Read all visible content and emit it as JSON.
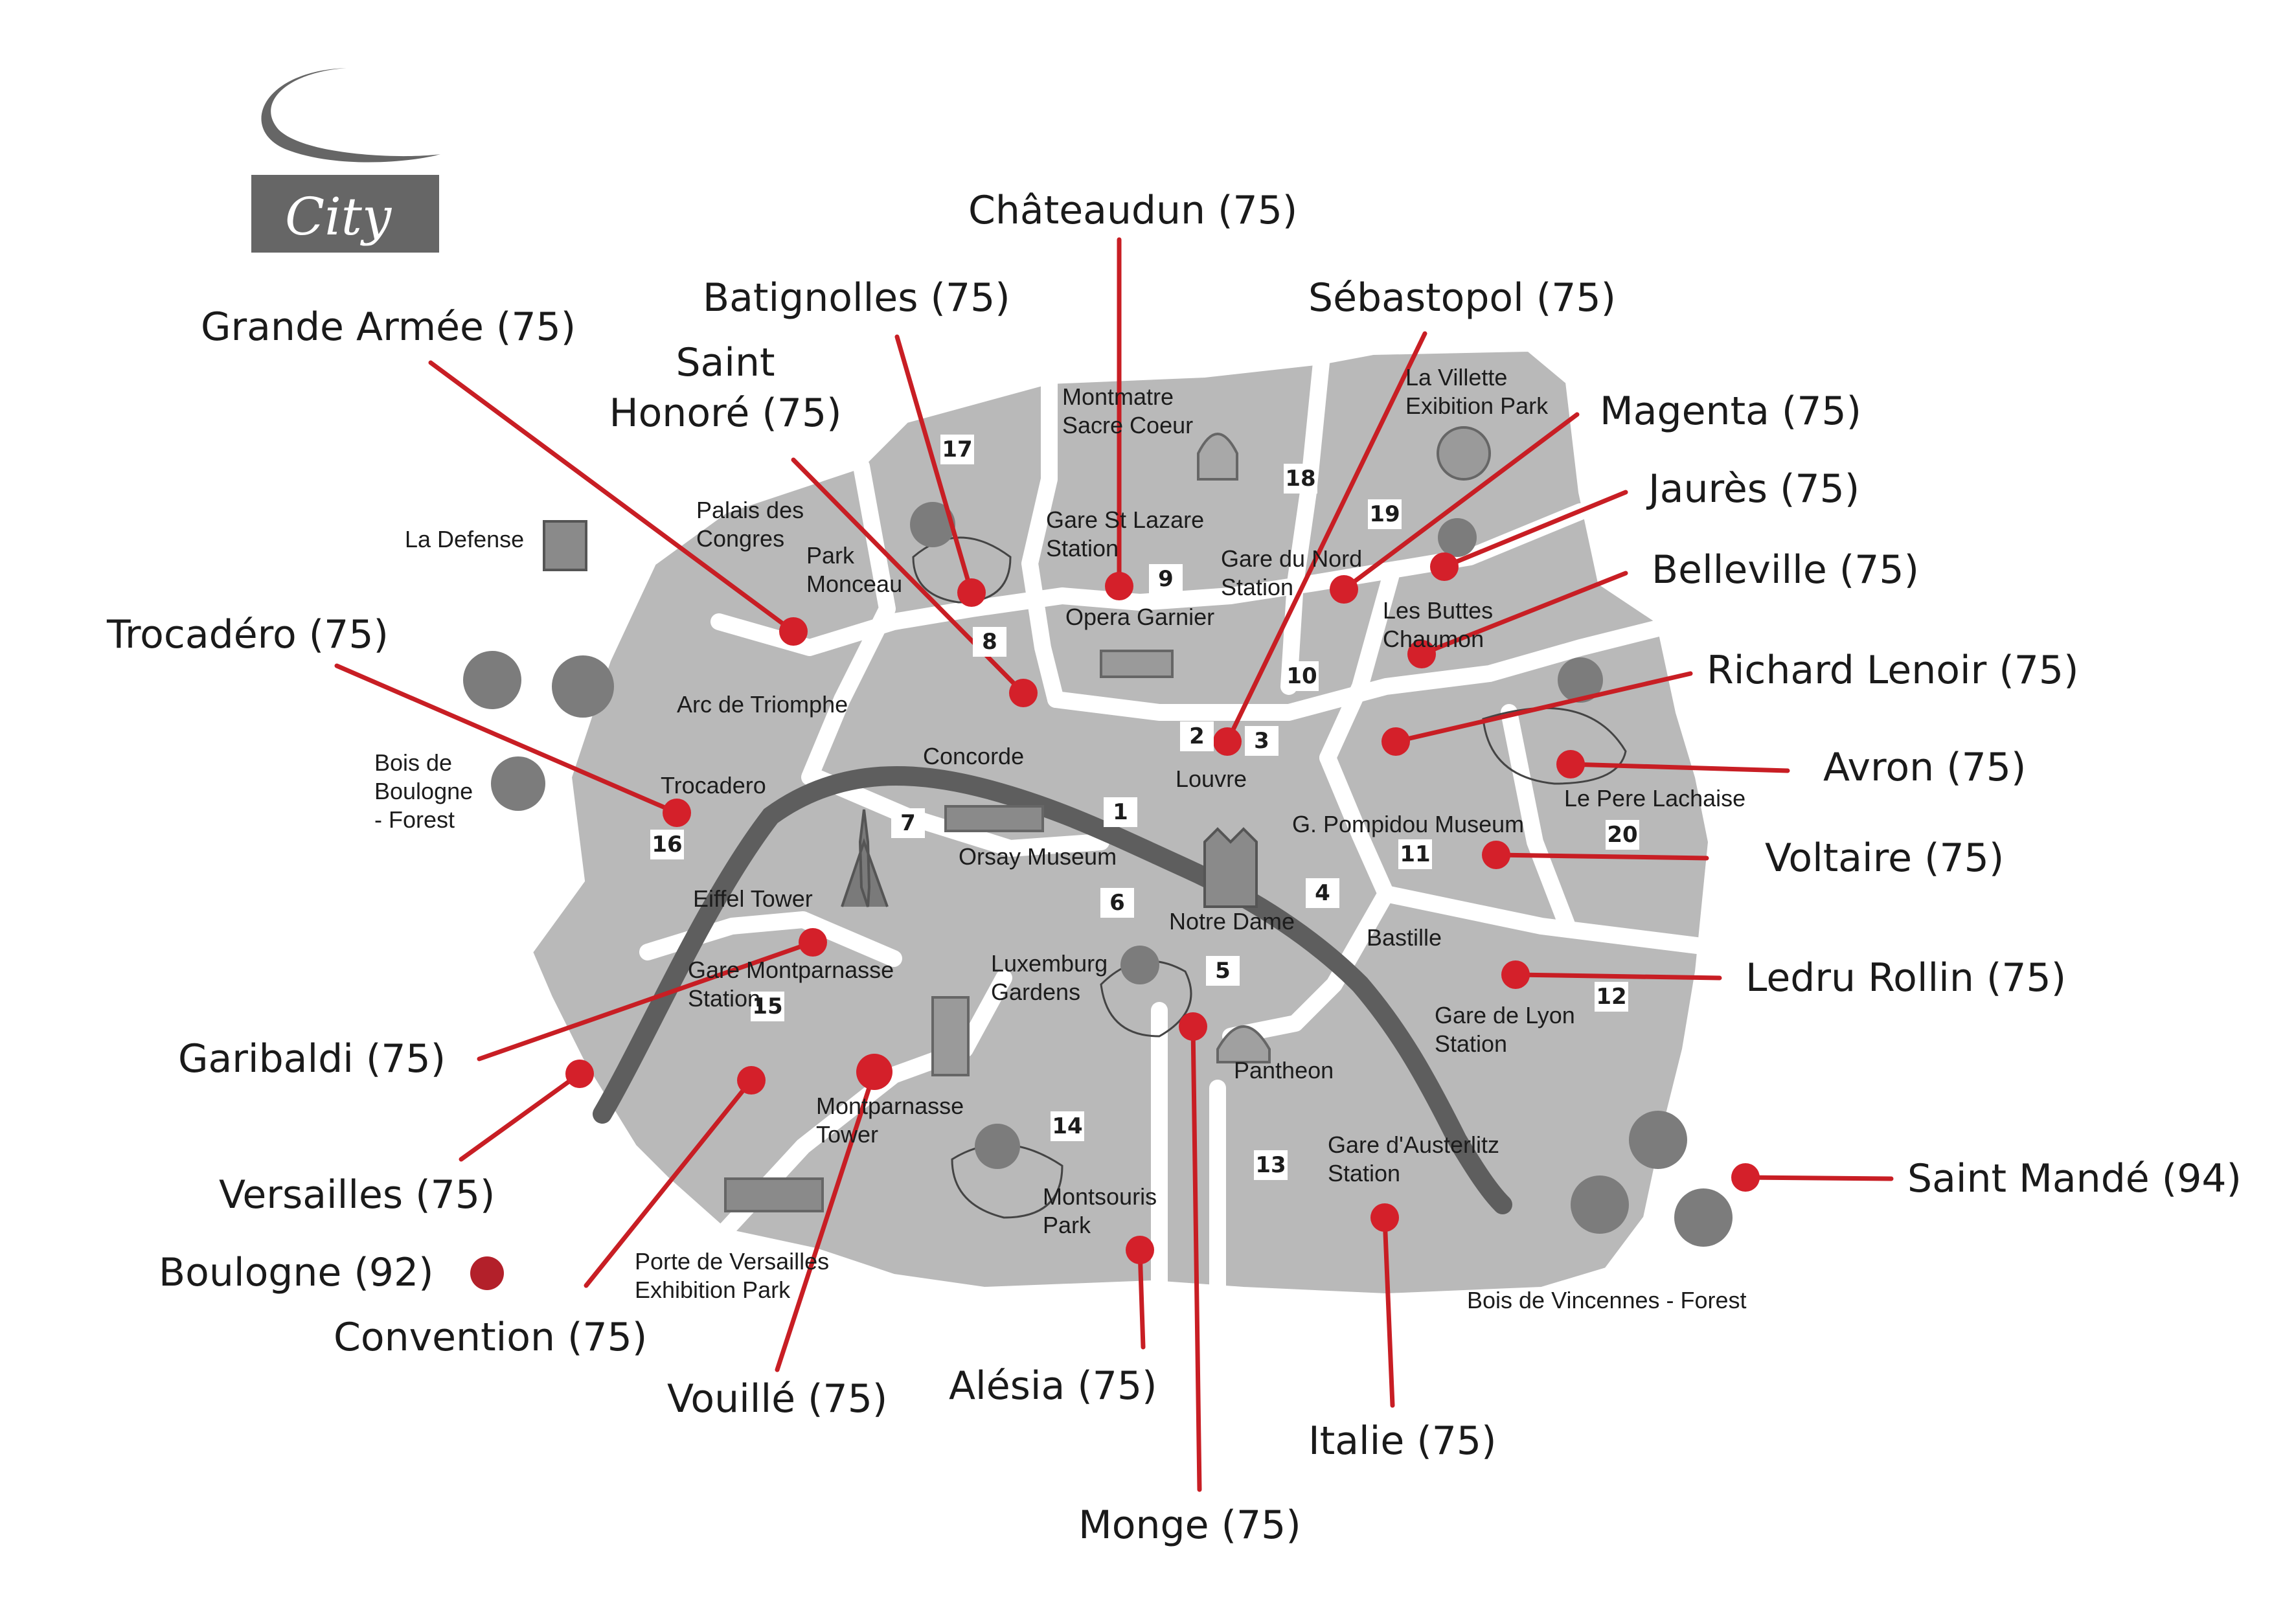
{
  "logo": {
    "text": "City"
  },
  "colors": {
    "marker": "#d4202a",
    "boulogne_dot": "#b3202a",
    "leader": "#c81e24",
    "arrondissement_fill": "#b7b7b7",
    "river": "#5e5e5e",
    "logo_gray": "#666666"
  },
  "callouts": [
    {
      "id": "chateaudun",
      "label": "Châteaudun (75)"
    },
    {
      "id": "batignolles",
      "label": "Batignolles (75)"
    },
    {
      "id": "sebastopol",
      "label": "Sébastopol (75)"
    },
    {
      "id": "grande-armee",
      "label": "Grande Armée (75)"
    },
    {
      "id": "saint-honore",
      "label": "Saint\nHonoré (75)"
    },
    {
      "id": "magenta",
      "label": "Magenta (75)"
    },
    {
      "id": "jaures",
      "label": "Jaurès (75)"
    },
    {
      "id": "belleville",
      "label": "Belleville (75)"
    },
    {
      "id": "trocadero",
      "label": "Trocadéro (75)"
    },
    {
      "id": "richard-lenoir",
      "label": "Richard Lenoir (75)"
    },
    {
      "id": "avron",
      "label": "Avron (75)"
    },
    {
      "id": "voltaire",
      "label": "Voltaire (75)"
    },
    {
      "id": "ledru-rollin",
      "label": "Ledru Rollin (75)"
    },
    {
      "id": "garibaldi",
      "label": "Garibaldi (75)"
    },
    {
      "id": "versailles",
      "label": "Versailles (75)"
    },
    {
      "id": "boulogne",
      "label": "Boulogne (92)"
    },
    {
      "id": "convention",
      "label": "Convention (75)"
    },
    {
      "id": "vouille",
      "label": "Vouillé (75)"
    },
    {
      "id": "alesia",
      "label": "Alésia (75)"
    },
    {
      "id": "italie",
      "label": "Italie (75)"
    },
    {
      "id": "monge",
      "label": "Monge (75)"
    },
    {
      "id": "saint-mande",
      "label": "Saint Mandé (94)"
    }
  ],
  "landmarks": [
    {
      "id": "montmatre",
      "label": "Montmatre\nSacre Coeur"
    },
    {
      "id": "villette",
      "label": "La Villette\nExibition Park"
    },
    {
      "id": "palais-congres",
      "label": "Palais des\nCongres"
    },
    {
      "id": "park-monceau",
      "label": "Park\nMonceau"
    },
    {
      "id": "gare-st-lazare",
      "label": "Gare St Lazare\nStation"
    },
    {
      "id": "gare-du-nord",
      "label": "Gare du Nord\nStation"
    },
    {
      "id": "la-defense",
      "label": "La Defense"
    },
    {
      "id": "opera-garnier",
      "label": "Opera Garnier"
    },
    {
      "id": "buttes-chaumont",
      "label": "Les Buttes\nChaumon"
    },
    {
      "id": "arc-de-triomphe",
      "label": "Arc de Triomphe"
    },
    {
      "id": "concorde",
      "label": "Concorde"
    },
    {
      "id": "louvre",
      "label": "Louvre"
    },
    {
      "id": "bois-de-boulogne",
      "label": "Bois de\nBoulogne\n- Forest"
    },
    {
      "id": "trocadero-landmark",
      "label": "Trocadero"
    },
    {
      "id": "pere-lachaise",
      "label": "Le Pere Lachaise"
    },
    {
      "id": "pompidou",
      "label": "G. Pompidou Museum"
    },
    {
      "id": "orsay",
      "label": "Orsay Museum"
    },
    {
      "id": "eiffel",
      "label": "Eiffel Tower"
    },
    {
      "id": "notre-dame",
      "label": "Notre Dame"
    },
    {
      "id": "bastille",
      "label": "Bastille"
    },
    {
      "id": "luxemburg",
      "label": "Luxemburg\nGardens"
    },
    {
      "id": "gare-montparnasse",
      "label": "Gare Montparnasse\nStation"
    },
    {
      "id": "gare-de-lyon",
      "label": "Gare de Lyon\nStation"
    },
    {
      "id": "pantheon",
      "label": "Pantheon"
    },
    {
      "id": "montparnasse-tower",
      "label": "Montparnasse\nTower"
    },
    {
      "id": "gare-austerlitz",
      "label": "Gare d'Austerlitz\nStation"
    },
    {
      "id": "montsouris",
      "label": "Montsouris\nPark"
    },
    {
      "id": "porte-versailles",
      "label": "Porte de Versailles\nExhibition Park"
    },
    {
      "id": "bois-vincennes",
      "label": "Bois de Vincennes - Forest"
    }
  ],
  "arrondissements": [
    "1",
    "2",
    "3",
    "4",
    "5",
    "6",
    "7",
    "8",
    "9",
    "10",
    "11",
    "12",
    "13",
    "14",
    "15",
    "16",
    "17",
    "18",
    "19",
    "20"
  ]
}
